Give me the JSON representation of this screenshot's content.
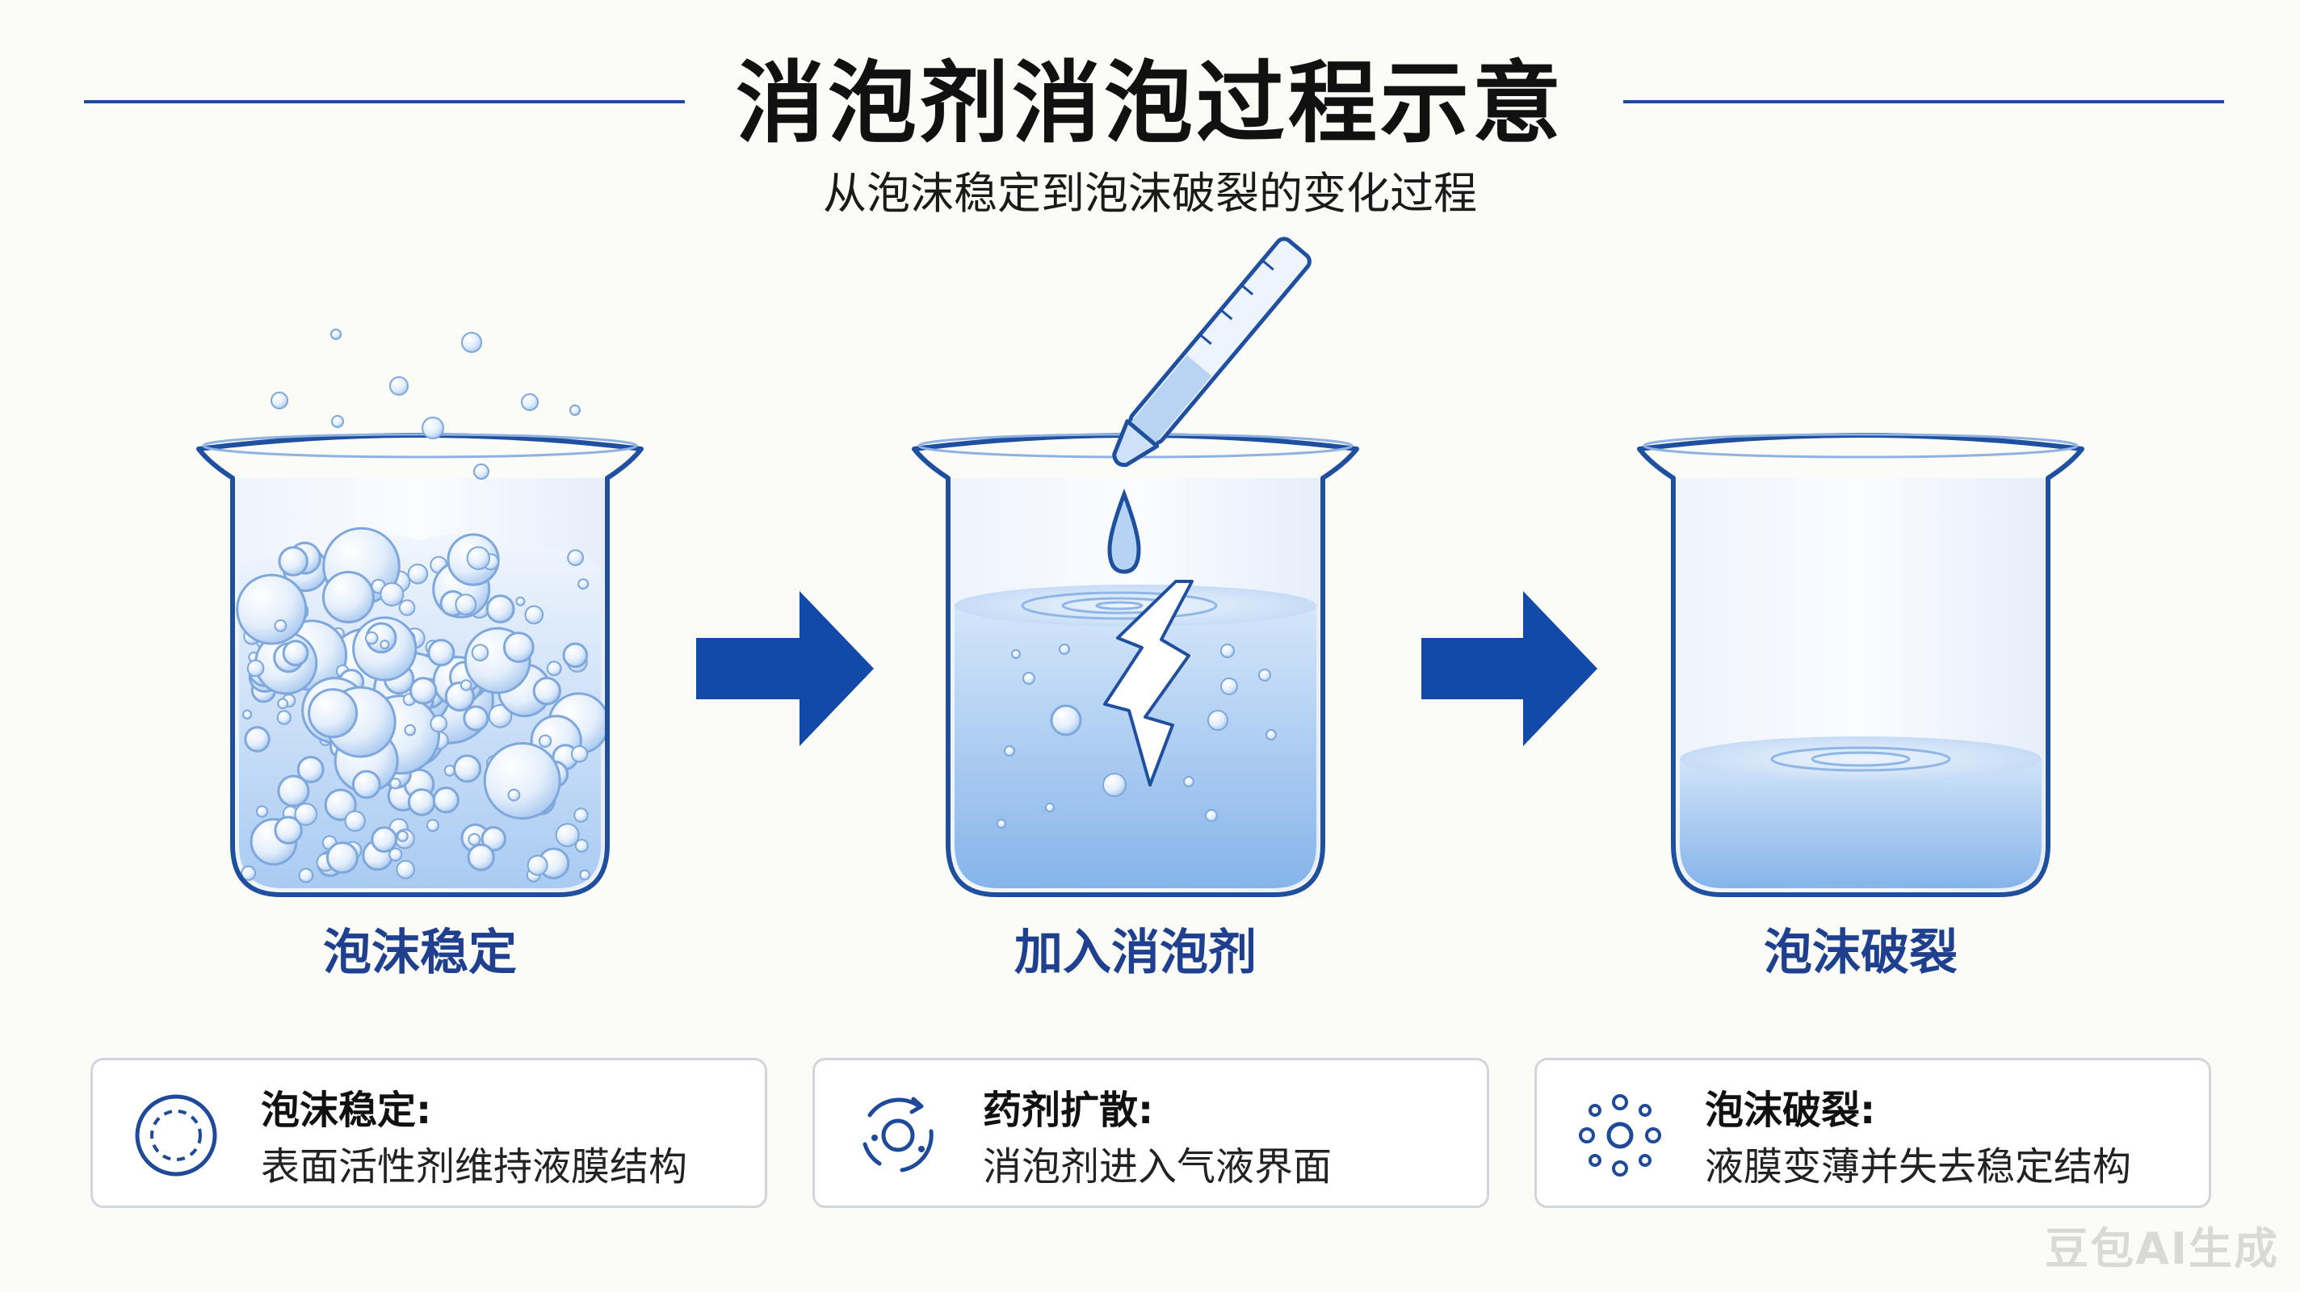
{
  "title": "消泡剂消泡过程示意",
  "subtitle": "从泡沫稳定到泡沫破裂的变化过程",
  "stages": [
    {
      "label": "泡沫稳定"
    },
    {
      "label": "加入消泡剂"
    },
    {
      "label": "泡沫破裂"
    }
  ],
  "cards": [
    {
      "title": "泡沫稳定:",
      "desc": "表面活性剂维持液膜结构",
      "icon": "dashed-circle-icon"
    },
    {
      "title": "药剂扩散:",
      "desc": "消泡剂进入气液界面",
      "icon": "diffusion-icon"
    },
    {
      "title": "泡沫破裂:",
      "desc": "液膜变薄并失去稳定结构",
      "icon": "scatter-bubbles-icon"
    }
  ],
  "watermark": "豆包AI生成",
  "colors": {
    "accent": "#1f4a9a",
    "arrow": "#1349a8",
    "liquid": "#9cc3ee",
    "glass_outline": "#1f4f9f"
  }
}
